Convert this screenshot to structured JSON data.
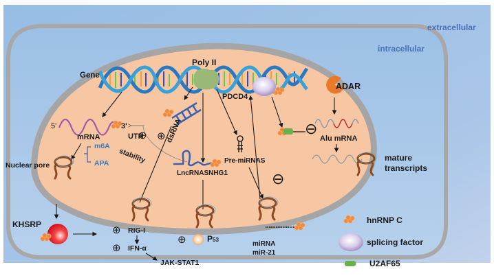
{
  "regions": {
    "extracellular": "extracellular",
    "intracellular": "intracellular"
  },
  "labels": {
    "gene": "Gene",
    "poly2": "Poly II",
    "pdcd4": "PDCD4",
    "adar": "ADAR",
    "five_prime": "5'",
    "three_prime": "3'",
    "mrna": "mRNA",
    "utr": "UTR",
    "stability": "stability",
    "m6a": "m6A",
    "apa": "APA",
    "nuclear_pore": "Nuclear pore",
    "dsrna": "dsRNA",
    "lncrna": "LncRNASNHG1",
    "pre_mirnas": "Pre-miRNAS",
    "alu_mrna": "Alu  mRNA",
    "mature_transcripts_line1": "mature",
    "mature_transcripts_line2": "transcripts",
    "khsrp": "KHSRP",
    "rig1": "RIG-I",
    "ifn": "IFN-α",
    "jak_stat": "JAK-STAT1",
    "p53_main": "P",
    "p53_sub": "53",
    "mirna_line1": "miRNA",
    "mirna_line2": "miR-21"
  },
  "legend": [
    {
      "icon": "hnrnp-c-cluster-icon",
      "label": "hnRNP C"
    },
    {
      "icon": "splicing-factor-icon",
      "label": "splicing factor"
    },
    {
      "icon": "u2af65-icon",
      "label": "U2AF65"
    }
  ],
  "symbols": {
    "plus": "⊕",
    "minus": "⊖"
  },
  "colors": {
    "background_blue": "#a3c4e6",
    "nucleus_fill": "#f7c6a3",
    "membrane_gray": "#a5a5a5",
    "region_text": "#4a6fb5",
    "hnrnp_orange": "#ef8a3c",
    "u2af65_green": "#6ab04c",
    "mrna_purple": "#a05aa5",
    "pore_brown": "#8b4a22",
    "khsrp_red": "#e8202a",
    "adar_orange": "#e87a2a"
  }
}
